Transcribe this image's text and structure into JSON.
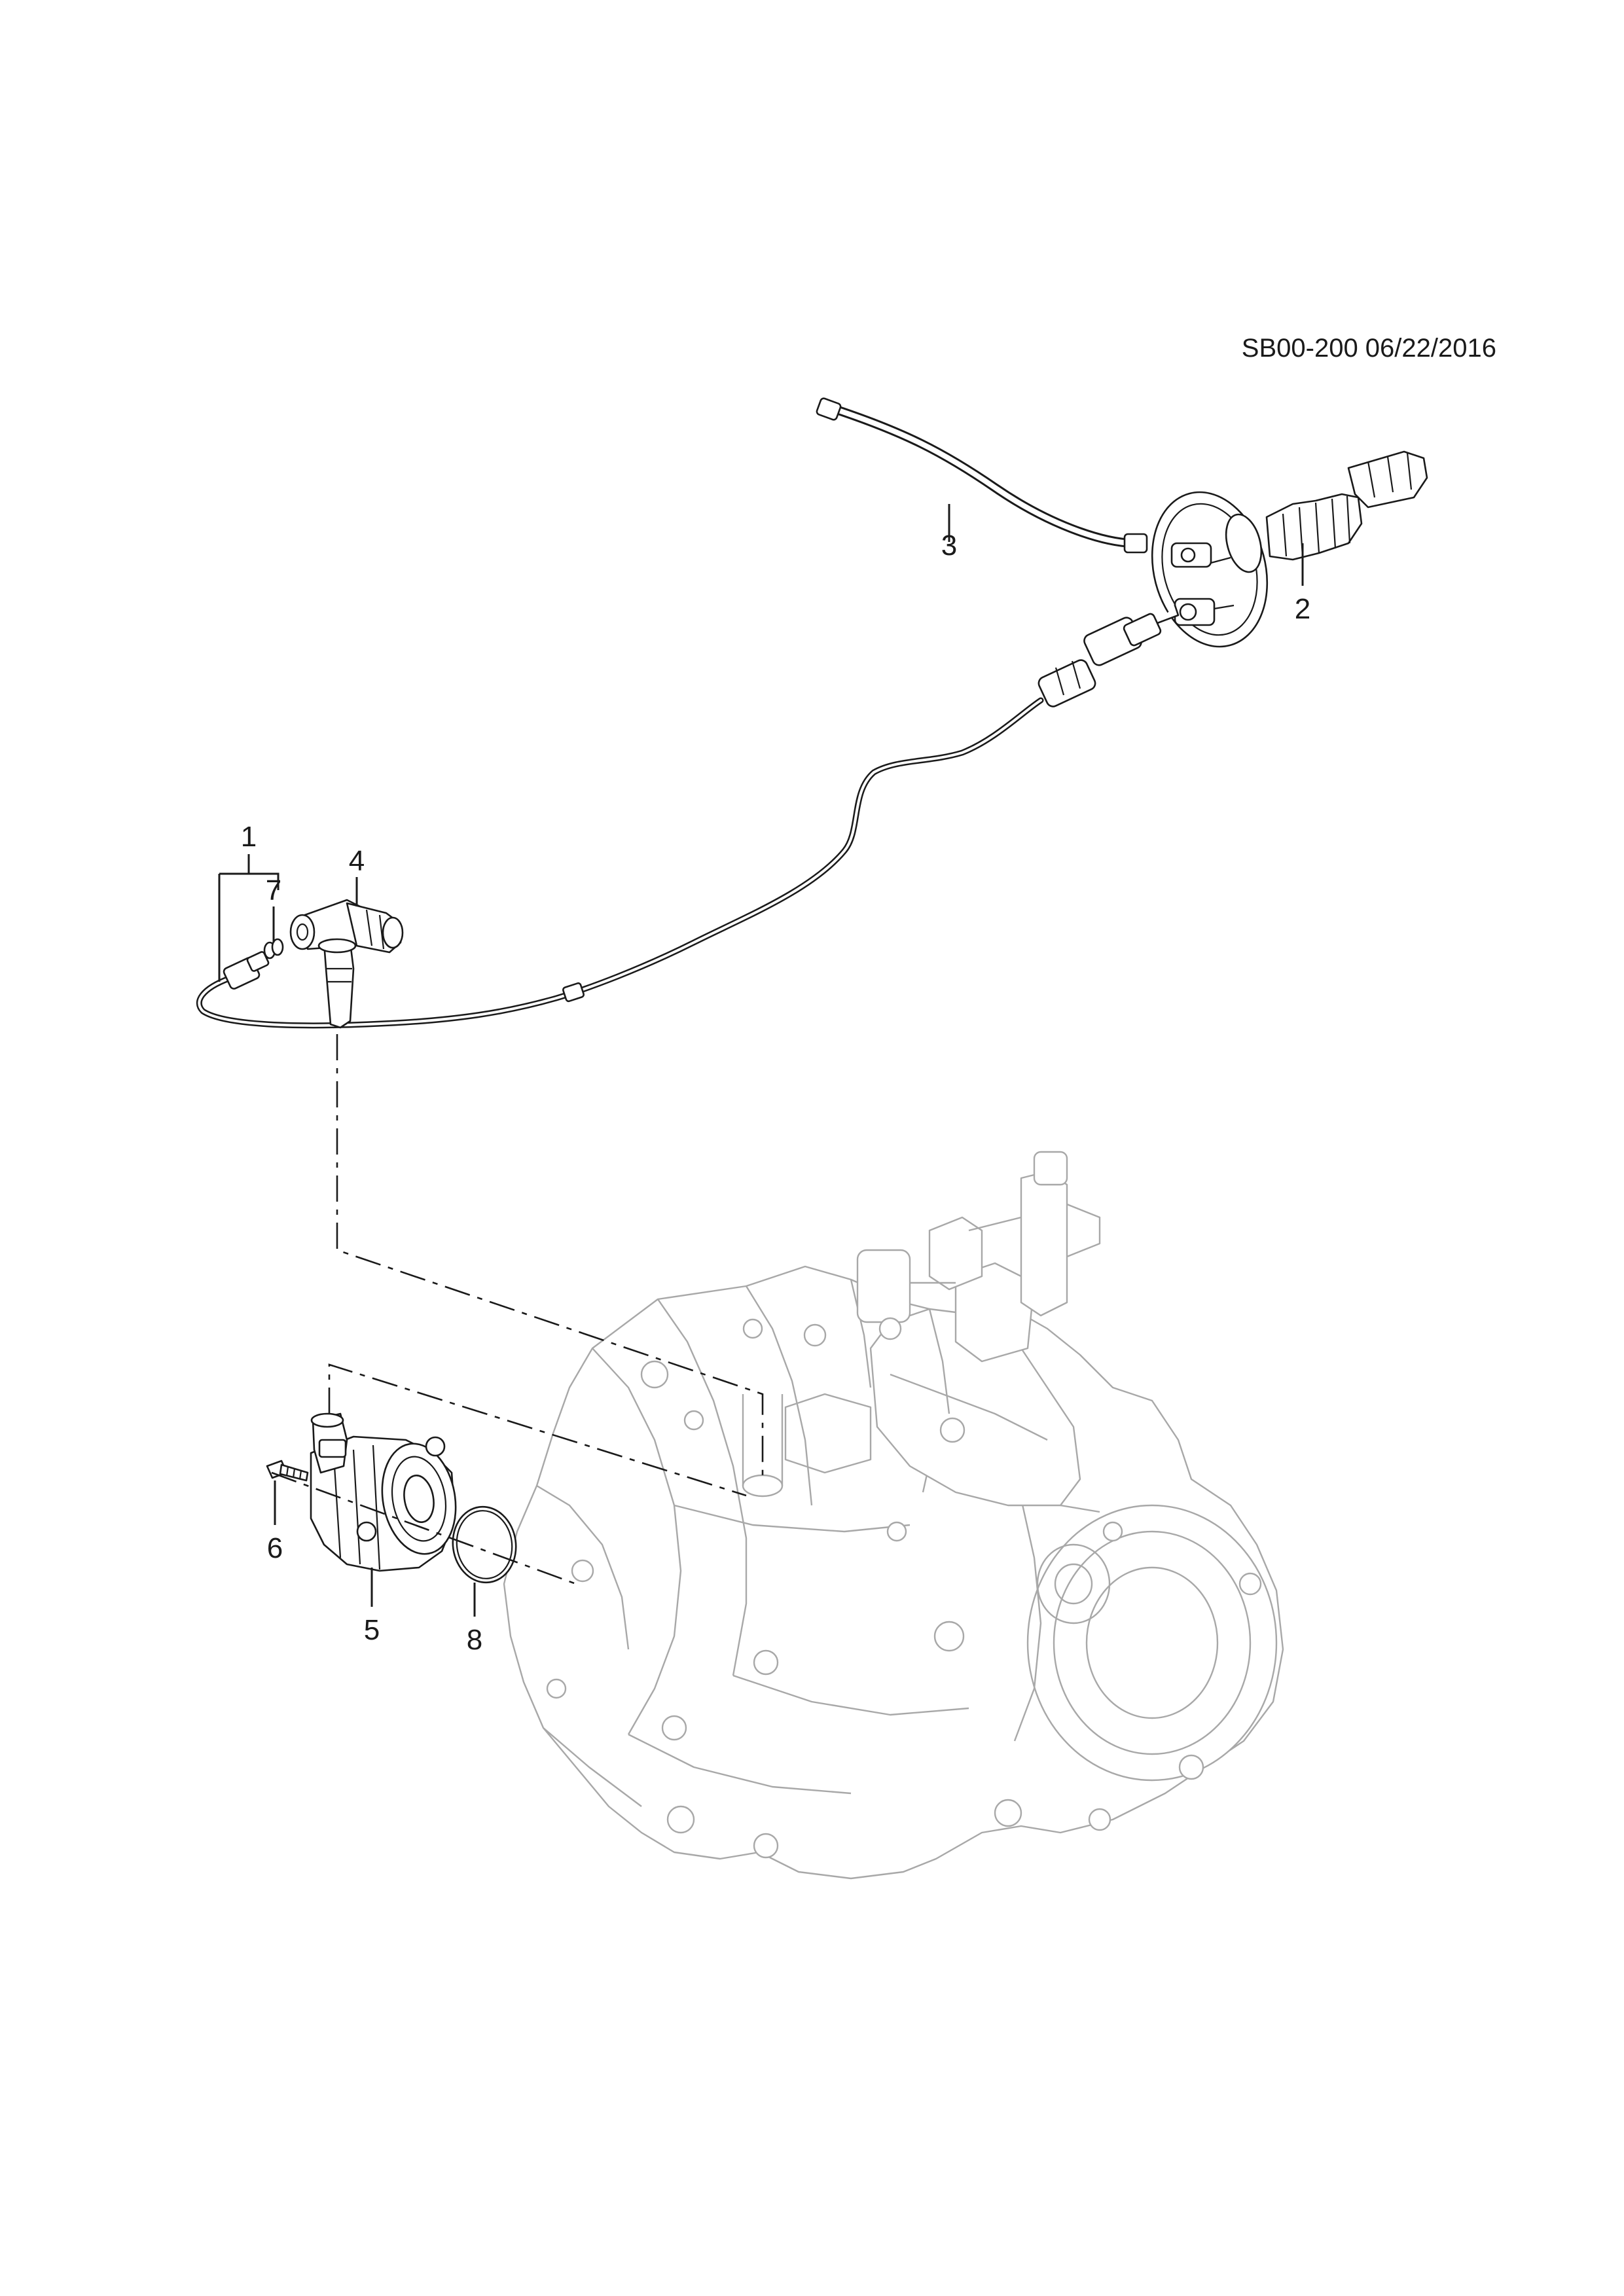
{
  "diagram": {
    "reference_code": "SB00-200 06/22/2016",
    "callouts": [
      {
        "id": "1",
        "label": "1"
      },
      {
        "id": "2",
        "label": "2"
      },
      {
        "id": "3",
        "label": "3"
      },
      {
        "id": "4",
        "label": "4"
      },
      {
        "id": "5",
        "label": "5"
      },
      {
        "id": "6",
        "label": "6"
      },
      {
        "id": "7",
        "label": "7"
      },
      {
        "id": "8",
        "label": "8"
      }
    ]
  }
}
